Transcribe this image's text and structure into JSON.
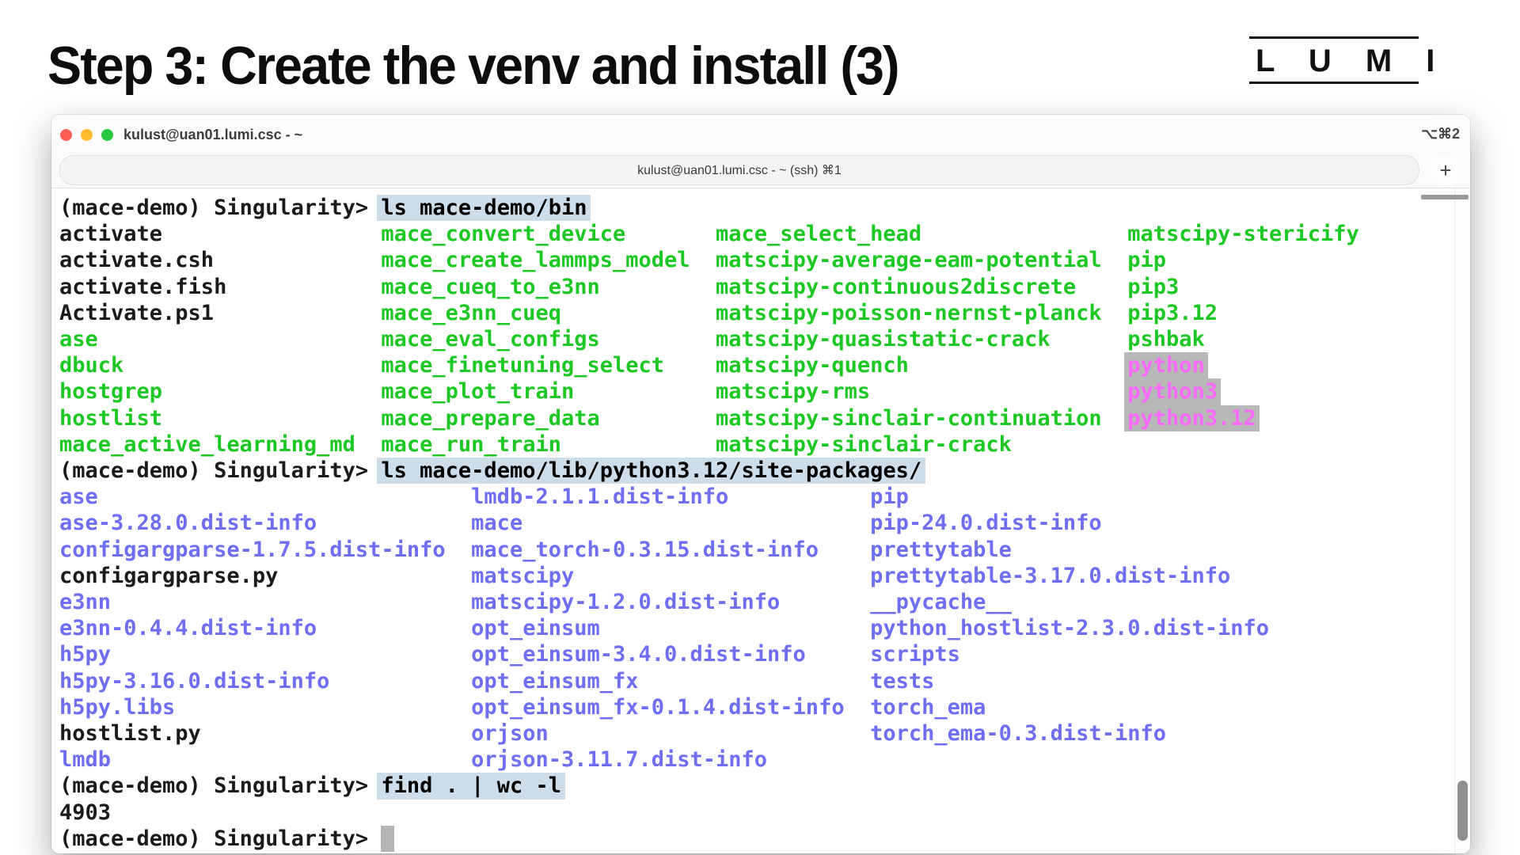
{
  "slide": {
    "title": "Step 3: Create the venv and install (3)",
    "logo_text": "L U M I"
  },
  "window": {
    "title": "kulust@uan01.lumi.csc - ~",
    "shortcut": "⌥⌘2",
    "tab_label": "kulust@uan01.lumi.csc - ~ (ssh)  ⌘1",
    "new_tab_label": "+"
  },
  "colors": {
    "fg": "#1b1b1b",
    "grn": "#1ec824",
    "blu": "#6e6ef0",
    "mag": "#fa69fa",
    "magbg": "#b8b8b8",
    "cmdbg": "#cddeea",
    "tl-red": "#ff5f57",
    "tl-yellow": "#febc2e",
    "tl-green": "#28c840"
  },
  "terminal": {
    "prompt": "(mace-demo) Singularity>",
    "commands": [
      "ls mace-demo/bin",
      "ls mace-demo/lib/python3.12/site-packages/",
      "find . | wc -l"
    ],
    "find_count": "4903",
    "lines": [
      [
        [
          "p",
          "(mace-demo) Singularity> "
        ],
        [
          "cmd",
          "ls mace-demo/bin"
        ]
      ],
      [
        [
          "fg",
          "activate                 "
        ],
        [
          "grn",
          "mace_convert_device       "
        ],
        [
          "grn",
          "mace_select_head                "
        ],
        [
          "grn",
          "matscipy-stericify"
        ]
      ],
      [
        [
          "fg",
          "activate.csh             "
        ],
        [
          "grn",
          "mace_create_lammps_model  "
        ],
        [
          "grn",
          "matscipy-average-eam-potential  "
        ],
        [
          "grn",
          "pip"
        ]
      ],
      [
        [
          "fg",
          "activate.fish            "
        ],
        [
          "grn",
          "mace_cueq_to_e3nn         "
        ],
        [
          "grn",
          "matscipy-continuous2discrete    "
        ],
        [
          "grn",
          "pip3"
        ]
      ],
      [
        [
          "fg",
          "Activate.ps1             "
        ],
        [
          "grn",
          "mace_e3nn_cueq            "
        ],
        [
          "grn",
          "matscipy-poisson-nernst-planck  "
        ],
        [
          "grn",
          "pip3.12"
        ]
      ],
      [
        [
          "grn",
          "ase                      "
        ],
        [
          "grn",
          "mace_eval_configs         "
        ],
        [
          "grn",
          "matscipy-quasistatic-crack      "
        ],
        [
          "grn",
          "pshbak"
        ]
      ],
      [
        [
          "grn",
          "dbuck                    "
        ],
        [
          "grn",
          "mace_finetuning_select    "
        ],
        [
          "grn",
          "matscipy-quench                 "
        ],
        [
          "mag",
          "python"
        ]
      ],
      [
        [
          "grn",
          "hostgrep                 "
        ],
        [
          "grn",
          "mace_plot_train           "
        ],
        [
          "grn",
          "matscipy-rms                    "
        ],
        [
          "mag",
          "python3"
        ]
      ],
      [
        [
          "grn",
          "hostlist                 "
        ],
        [
          "grn",
          "mace_prepare_data         "
        ],
        [
          "grn",
          "matscipy-sinclair-continuation  "
        ],
        [
          "mag",
          "python3.12"
        ]
      ],
      [
        [
          "grn",
          "mace_active_learning_md  "
        ],
        [
          "grn",
          "mace_run_train            "
        ],
        [
          "grn",
          "matscipy-sinclair-crack"
        ]
      ],
      [
        [
          "p",
          "(mace-demo) Singularity> "
        ],
        [
          "cmd",
          "ls mace-demo/lib/python3.12/site-packages/"
        ]
      ],
      [
        [
          "blu",
          "ase                             "
        ],
        [
          "blu",
          "lmdb-2.1.1.dist-info           "
        ],
        [
          "blu",
          "pip"
        ]
      ],
      [
        [
          "blu",
          "ase-3.28.0.dist-info            "
        ],
        [
          "blu",
          "mace                           "
        ],
        [
          "blu",
          "pip-24.0.dist-info"
        ]
      ],
      [
        [
          "blu",
          "configargparse-1.7.5.dist-info  "
        ],
        [
          "blu",
          "mace_torch-0.3.15.dist-info    "
        ],
        [
          "blu",
          "prettytable"
        ]
      ],
      [
        [
          "fg",
          "configargparse.py               "
        ],
        [
          "blu",
          "matscipy                       "
        ],
        [
          "blu",
          "prettytable-3.17.0.dist-info"
        ]
      ],
      [
        [
          "blu",
          "e3nn                            "
        ],
        [
          "blu",
          "matscipy-1.2.0.dist-info       "
        ],
        [
          "blu",
          "__pycache__"
        ]
      ],
      [
        [
          "blu",
          "e3nn-0.4.4.dist-info            "
        ],
        [
          "blu",
          "opt_einsum                     "
        ],
        [
          "blu",
          "python_hostlist-2.3.0.dist-info"
        ]
      ],
      [
        [
          "blu",
          "h5py                            "
        ],
        [
          "blu",
          "opt_einsum-3.4.0.dist-info     "
        ],
        [
          "blu",
          "scripts"
        ]
      ],
      [
        [
          "blu",
          "h5py-3.16.0.dist-info           "
        ],
        [
          "blu",
          "opt_einsum_fx                  "
        ],
        [
          "blu",
          "tests"
        ]
      ],
      [
        [
          "blu",
          "h5py.libs                       "
        ],
        [
          "blu",
          "opt_einsum_fx-0.1.4.dist-info  "
        ],
        [
          "blu",
          "torch_ema"
        ]
      ],
      [
        [
          "fg",
          "hostlist.py                     "
        ],
        [
          "blu",
          "orjson                         "
        ],
        [
          "blu",
          "torch_ema-0.3.dist-info"
        ]
      ],
      [
        [
          "blu",
          "lmdb                            "
        ],
        [
          "blu",
          "orjson-3.11.7.dist-info"
        ]
      ],
      [
        [
          "p",
          "(mace-demo) Singularity> "
        ],
        [
          "cmd",
          "find . | wc -l"
        ]
      ],
      [
        [
          "fg",
          "4903"
        ]
      ],
      [
        [
          "p",
          "(mace-demo) Singularity> "
        ],
        [
          "cur",
          " "
        ]
      ]
    ]
  }
}
